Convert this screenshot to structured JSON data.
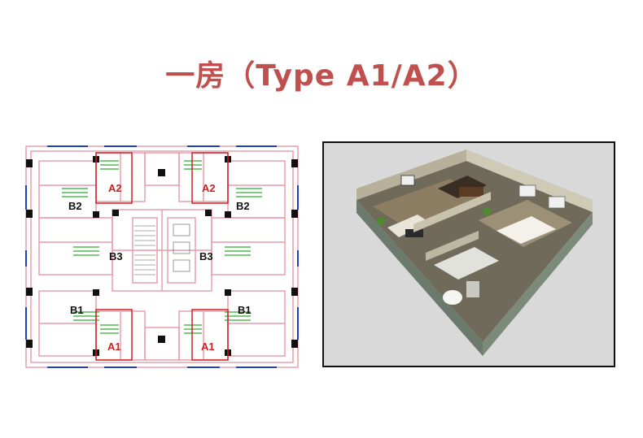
{
  "page": {
    "title": "一房（Type A1/A2）"
  },
  "floor_plan": {
    "labels": [
      {
        "id": "a2-left",
        "text": "A2",
        "color": "#d02020"
      },
      {
        "id": "a2-right",
        "text": "A2",
        "color": "#d02020"
      },
      {
        "id": "b2-left",
        "text": "B2",
        "color": "#111111"
      },
      {
        "id": "b2-right",
        "text": "B2",
        "color": "#111111"
      },
      {
        "id": "b3-left",
        "text": "B3",
        "color": "#111111"
      },
      {
        "id": "b3-right",
        "text": "B3",
        "color": "#111111"
      },
      {
        "id": "b1-left",
        "text": "B1",
        "color": "#111111"
      },
      {
        "id": "b1-right",
        "text": "B1",
        "color": "#111111"
      },
      {
        "id": "a1-left",
        "text": "A1",
        "color": "#d02020"
      },
      {
        "id": "a1-right",
        "text": "A1",
        "color": "#d02020"
      }
    ],
    "colors": {
      "wall": "#e79aa8",
      "window": "#1f3fbf",
      "column": "#111111",
      "annotation": "#2eaa2e",
      "highlight": "#d02020"
    }
  },
  "rendering": {
    "icon": "apartment-3d-render-image",
    "background": "#d9d9d9"
  }
}
